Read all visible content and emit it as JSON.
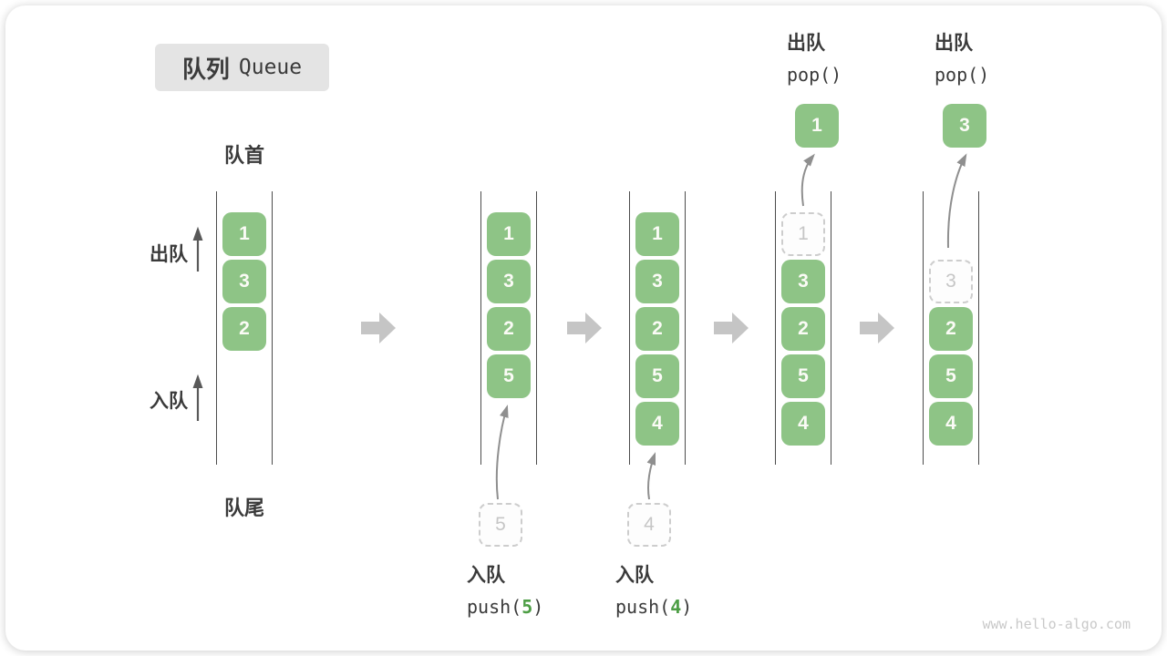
{
  "title": {
    "zh": "队列",
    "en": "Queue"
  },
  "labels": {
    "front": "队首",
    "rear": "队尾",
    "dequeue": "出队",
    "enqueue": "入队"
  },
  "watermark": "www.hello-algo.com",
  "colors": {
    "cell_green": "#8ec486",
    "cell_text": "#fbfbf6",
    "dashed_border": "#cdcdcd",
    "dashed_text": "#c6c6c6",
    "channel_line": "#4c4c4c",
    "label_text": "#3a3a3a",
    "block_arrow": "#c5c5c5",
    "curve_arrow": "#8f8f8f",
    "code_green": "#4d9e45",
    "title_bg": "#e4e4e4"
  },
  "queue_states": [
    {
      "name": "initial",
      "cells": [
        {
          "value": "1",
          "style": "solid"
        },
        {
          "value": "3",
          "style": "solid"
        },
        {
          "value": "2",
          "style": "solid"
        }
      ]
    },
    {
      "name": "push-5",
      "cells": [
        {
          "value": "1",
          "style": "solid"
        },
        {
          "value": "3",
          "style": "solid"
        },
        {
          "value": "2",
          "style": "solid"
        },
        {
          "value": "5",
          "style": "solid"
        }
      ],
      "pending": {
        "value": "5"
      },
      "op": {
        "position": "bottom",
        "zh": "入队",
        "code": [
          {
            "text": "push(",
            "green": false
          },
          {
            "text": "5",
            "green": true
          },
          {
            "text": ")",
            "green": false
          }
        ]
      }
    },
    {
      "name": "push-4",
      "cells": [
        {
          "value": "1",
          "style": "solid"
        },
        {
          "value": "3",
          "style": "solid"
        },
        {
          "value": "2",
          "style": "solid"
        },
        {
          "value": "5",
          "style": "solid"
        },
        {
          "value": "4",
          "style": "solid"
        }
      ],
      "pending": {
        "value": "4"
      },
      "op": {
        "position": "bottom",
        "zh": "入队",
        "code": [
          {
            "text": "push(",
            "green": false
          },
          {
            "text": "4",
            "green": true
          },
          {
            "text": ")",
            "green": false
          }
        ]
      }
    },
    {
      "name": "pop-1",
      "cells": [
        {
          "value": "1",
          "style": "dashed"
        },
        {
          "value": "3",
          "style": "solid"
        },
        {
          "value": "2",
          "style": "solid"
        },
        {
          "value": "5",
          "style": "solid"
        },
        {
          "value": "4",
          "style": "solid"
        }
      ],
      "popped": {
        "value": "1"
      },
      "op": {
        "position": "top",
        "zh": "出队",
        "code": [
          {
            "text": "pop()",
            "green": false
          }
        ]
      }
    },
    {
      "name": "pop-3",
      "cells": [
        {
          "value": "",
          "style": "empty"
        },
        {
          "value": "3",
          "style": "dashed"
        },
        {
          "value": "2",
          "style": "solid"
        },
        {
          "value": "5",
          "style": "solid"
        },
        {
          "value": "4",
          "style": "solid"
        }
      ],
      "popped": {
        "value": "3"
      },
      "op": {
        "position": "top",
        "zh": "出队",
        "code": [
          {
            "text": "pop()",
            "green": false
          }
        ]
      }
    }
  ]
}
